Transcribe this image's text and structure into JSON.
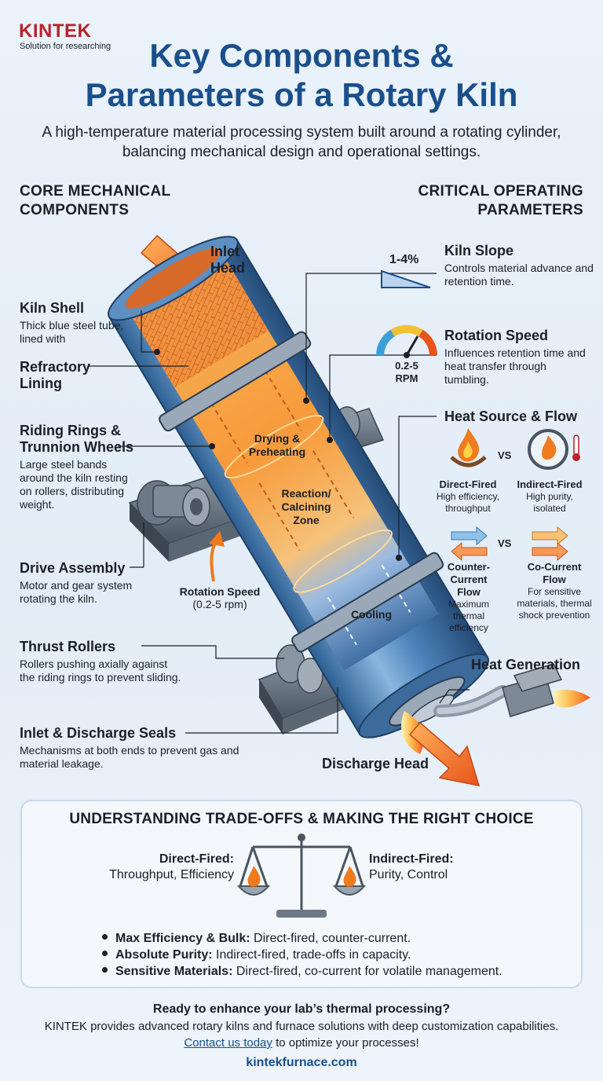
{
  "brand": {
    "name": "KINTEK",
    "tagline": "Solution for researching"
  },
  "title": {
    "line1": "Key Components &",
    "line2": "Parameters of a Rotary Kiln"
  },
  "subtitle": "A high-temperature material processing system built around a rotating cylinder, balancing mechanical design and operational settings.",
  "left_section": {
    "heading_line1": "CORE MECHANICAL",
    "heading_line2": "COMPONENTS",
    "components": [
      {
        "title": "Kiln Shell",
        "desc": "Thick blue steel tube, lined with"
      },
      {
        "title": "Refractory Lining",
        "desc": ""
      },
      {
        "title": "Riding Rings & Trunnion Wheels",
        "desc": "Large steel bands around the kiln resting on rollers, distributing weight."
      },
      {
        "title": "Drive Assembly",
        "desc": "Motor and gear system rotating the kiln."
      },
      {
        "title": "Thrust Rollers",
        "desc": "Rollers pushing axially against the riding rings to prevent sliding."
      },
      {
        "title": "Inlet & Discharge Seals",
        "desc": "Mechanisms at both ends to prevent gas and material leakage."
      }
    ]
  },
  "right_section": {
    "heading_line1": "CRITICAL OPERATING",
    "heading_line2": "PARAMETERS",
    "slope": {
      "value": "1-4%",
      "title": "Kiln Slope",
      "desc": "Controls material advance and retention time."
    },
    "rotation": {
      "value_line1": "0.2-5",
      "value_line2": "RPM",
      "title": "Rotation Speed",
      "desc": "Influences retention time and heat transfer through tumbling."
    },
    "heat": {
      "title": "Heat Source & Flow",
      "vs": "VS",
      "direct": {
        "title": "Direct-Fired",
        "desc": "High efficiency, throughput"
      },
      "indirect": {
        "title": "Indirect-Fired",
        "desc": "High purity, isolated"
      },
      "counter": {
        "title": "Counter-Current Flow",
        "desc": "Maximum thermal efficiency"
      },
      "co": {
        "title": "Co-Current Flow",
        "desc": "For sensitive materials, thermal shock prevention"
      }
    },
    "heat_generation": "Heat Generation"
  },
  "diagram": {
    "inlet_head": "Inlet Head",
    "discharge_head": "Discharge Head",
    "zone_drying": "Drying & Preheating",
    "zone_reaction": "Reaction/ Calcining Zone",
    "zone_cooling": "Cooling",
    "rotation_label": "Rotation Speed",
    "rotation_value": "(0.2-5 rpm)"
  },
  "tradeoffs": {
    "title": "UNDERSTANDING TRADE-OFFS & MAKING THE RIGHT CHOICE",
    "left_title": "Direct-Fired:",
    "left_desc": "Throughput, Efficiency",
    "right_title": "Indirect-Fired:",
    "right_desc": "Purity, Control",
    "bullets": [
      {
        "bold": "Max Efficiency & Bulk:",
        "text": " Direct-fired, counter-current."
      },
      {
        "bold": "Absolute Purity:",
        "text": " Indirect-fired, trade-offs in capacity."
      },
      {
        "bold": "Sensitive Materials:",
        "text": " Direct-fired, co-current for volatile management."
      }
    ]
  },
  "footer": {
    "cta_title": "Ready to enhance your lab’s thermal processing?",
    "cta_body": "KINTEK provides advanced rotary kilns and furnace solutions with deep customization capabilities.",
    "cta_link": "Contact us today",
    "cta_rest": " to optimize your processes!",
    "url": "kintekfurnace.com"
  },
  "colors": {
    "brand_red": "#b8232b",
    "title_blue": "#1a4f8b",
    "steel_blue": "#4a7fb8",
    "fire_orange": "#f07a1e"
  }
}
